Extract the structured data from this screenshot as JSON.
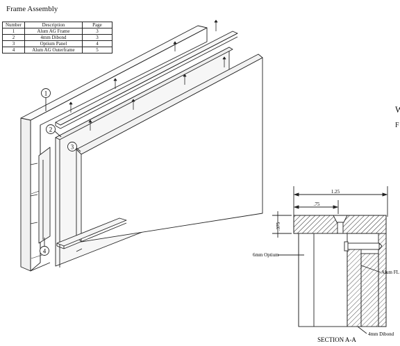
{
  "title": "Frame Assembly",
  "table": {
    "headers": [
      "Number",
      "Description",
      "Page"
    ],
    "rows": [
      [
        "1",
        "Alum AG Frame",
        "3"
      ],
      [
        "2",
        "4mm Dibond",
        "3"
      ],
      [
        "3",
        "Optium Panel",
        "4"
      ],
      [
        "4",
        "Alum AG Outerframe",
        "5"
      ]
    ]
  },
  "callouts": [
    "1",
    "2",
    "3",
    "4"
  ],
  "section": {
    "dim_125": "1.25",
    "dim_75": ".75",
    "dim_375": ".375",
    "label_optium": "6mm Optium",
    "label_alum": "Alum FL",
    "label_dibond": "4mm Dibond",
    "caption": "SECTION A-A"
  },
  "edge_text": {
    "w": "W",
    "f": "F"
  },
  "colors": {
    "line": "#222222",
    "panel": "#f4f4f4",
    "hatch": "#555555"
  }
}
